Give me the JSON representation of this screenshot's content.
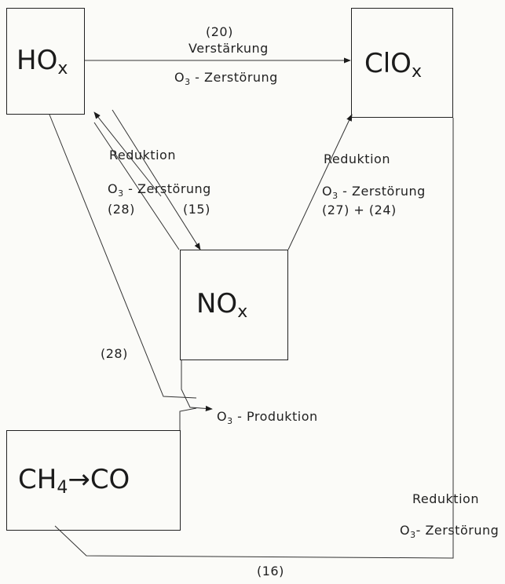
{
  "nodes": {
    "hox": {
      "main": "HO",
      "sub": "x"
    },
    "clox": {
      "main": "ClO",
      "sub": "x"
    },
    "nox": {
      "main": "NO",
      "sub": "x"
    },
    "ch4": {
      "left": "CH",
      "sub": "4",
      "arrow": "→",
      "right": "CO"
    }
  },
  "edges": {
    "hox_clox": {
      "number": "(20)",
      "text": "Verstärkung",
      "effect_prefix": "O",
      "effect_sub": "3",
      "effect_rest": " - Zerstörung"
    },
    "nox_hox": {
      "text": "Reduktion",
      "effect_prefix": "O",
      "effect_sub": "3",
      "effect_rest": " - Zerstörung",
      "num_a": "(28)",
      "num_b": "(15)"
    },
    "nox_clox": {
      "text": "Reduktion",
      "effect_prefix": "O",
      "effect_sub": "3",
      "effect_rest": " - Zerstörung",
      "numbers": "(27) + (24)"
    },
    "hox_prod": {
      "number": "(28)"
    },
    "production": {
      "prefix": "O",
      "sub": "3",
      "rest": " - Produktion"
    },
    "clox_ch4": {
      "text": "Reduktion",
      "effect_prefix": "O",
      "effect_sub": "3",
      "effect_rest": "- Zerstörung",
      "number": "(16)"
    }
  }
}
